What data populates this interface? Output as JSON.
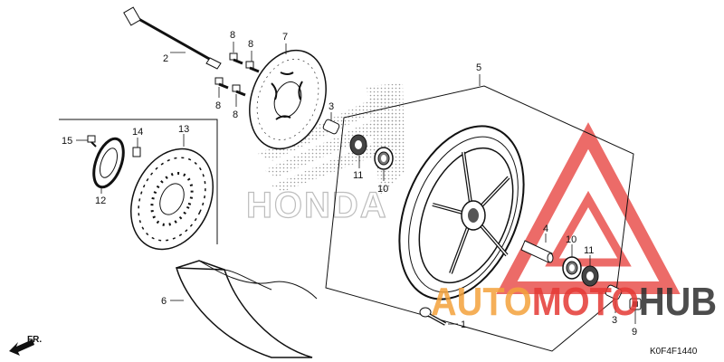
{
  "diagram": {
    "callouts": {
      "axle": "2",
      "bolt_top_1": "8",
      "bolt_top_2": "8",
      "bolt_bottom_1": "8",
      "bolt_bottom_2": "8",
      "disc_front": "7",
      "collar_left": "3",
      "wheel": "5",
      "seal_left": "11",
      "bearing_left": "10",
      "inset_bolt": "15",
      "inset_pin": "14",
      "inset_disc": "13",
      "inset_plate": "12",
      "fender": "6",
      "spacer": "4",
      "bearing_right": "10",
      "seal_right": "11",
      "valve": "1",
      "collar_right": "3",
      "valve_cap": "9"
    },
    "direction_label": "FR.",
    "diagram_code": "K0F4F1440"
  },
  "watermarks": {
    "honda_text": "HONDA",
    "brand_part_1": "AUTO",
    "brand_part_2": "MOTO",
    "brand_part_3": "HUB"
  },
  "colors": {
    "line": "#111111",
    "brand_orange": "#f4a23c",
    "brand_red": "#e53935",
    "brand_dark": "#2d2d2d",
    "honda_gray": "#d4d4d4"
  }
}
